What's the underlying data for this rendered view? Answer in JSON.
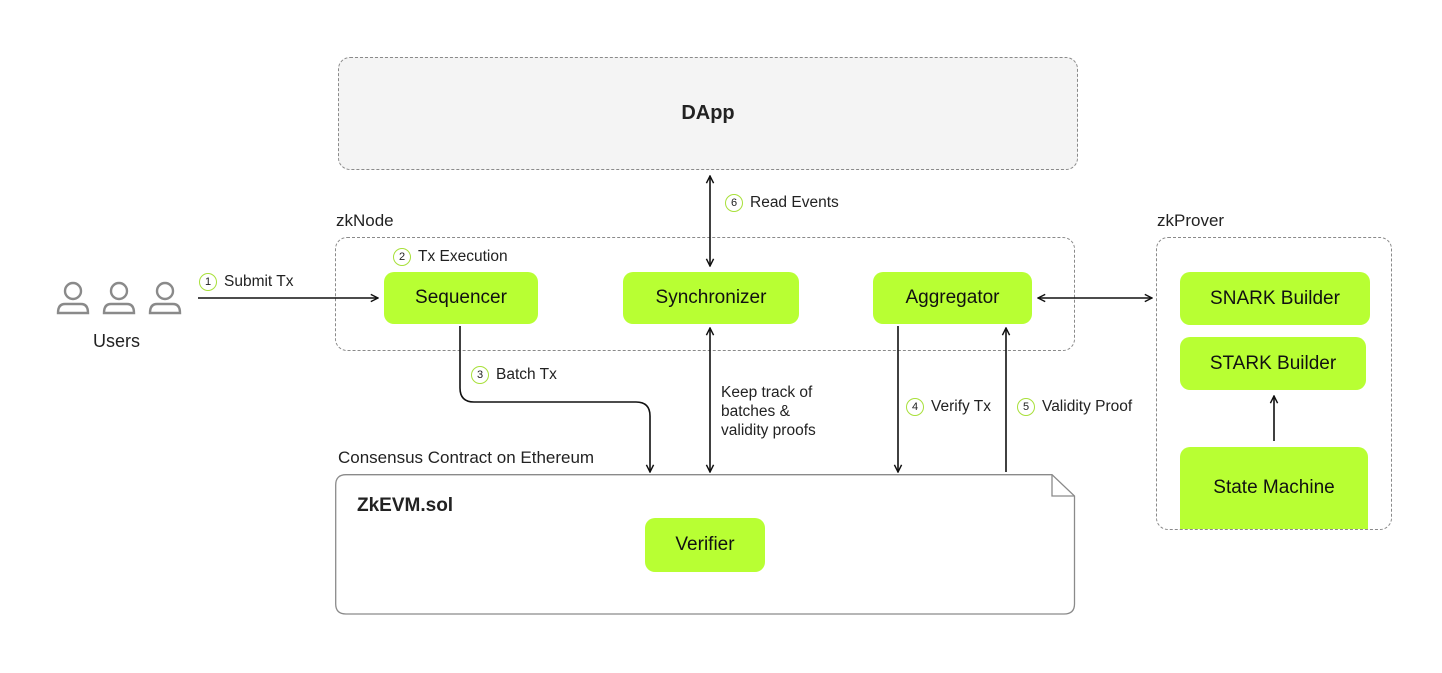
{
  "dapp": {
    "label": "DApp"
  },
  "zknode": {
    "label": "zkNode",
    "sequencer": "Sequencer",
    "synchronizer": "Synchronizer",
    "aggregator": "Aggregator"
  },
  "zkprover": {
    "label": "zkProver",
    "snark": "SNARK Builder",
    "stark": "STARK Builder",
    "state_machine": "State Machine"
  },
  "users": {
    "label": "Users",
    "icon": "user-icon"
  },
  "contract": {
    "group_label": "Consensus Contract on Ethereum",
    "file": "ZkEVM.sol",
    "verifier": "Verifier"
  },
  "steps": {
    "s1": {
      "num": "1",
      "text": "Submit Tx"
    },
    "s2": {
      "num": "2",
      "text": "Tx Execution"
    },
    "s3": {
      "num": "3",
      "text": "Batch Tx"
    },
    "s4": {
      "num": "4",
      "text": "Verify Tx"
    },
    "s5": {
      "num": "5",
      "text": "Validity Proof"
    },
    "s6": {
      "num": "6",
      "text": "Read Events"
    }
  },
  "keep_track": "Keep track of\nbatches &\nvalidity proofs",
  "colors": {
    "accent": "#b8ff33",
    "step_ring": "#a8e03a",
    "border": "#8a8a8a",
    "dapp_bg": "#f4f4f4"
  }
}
